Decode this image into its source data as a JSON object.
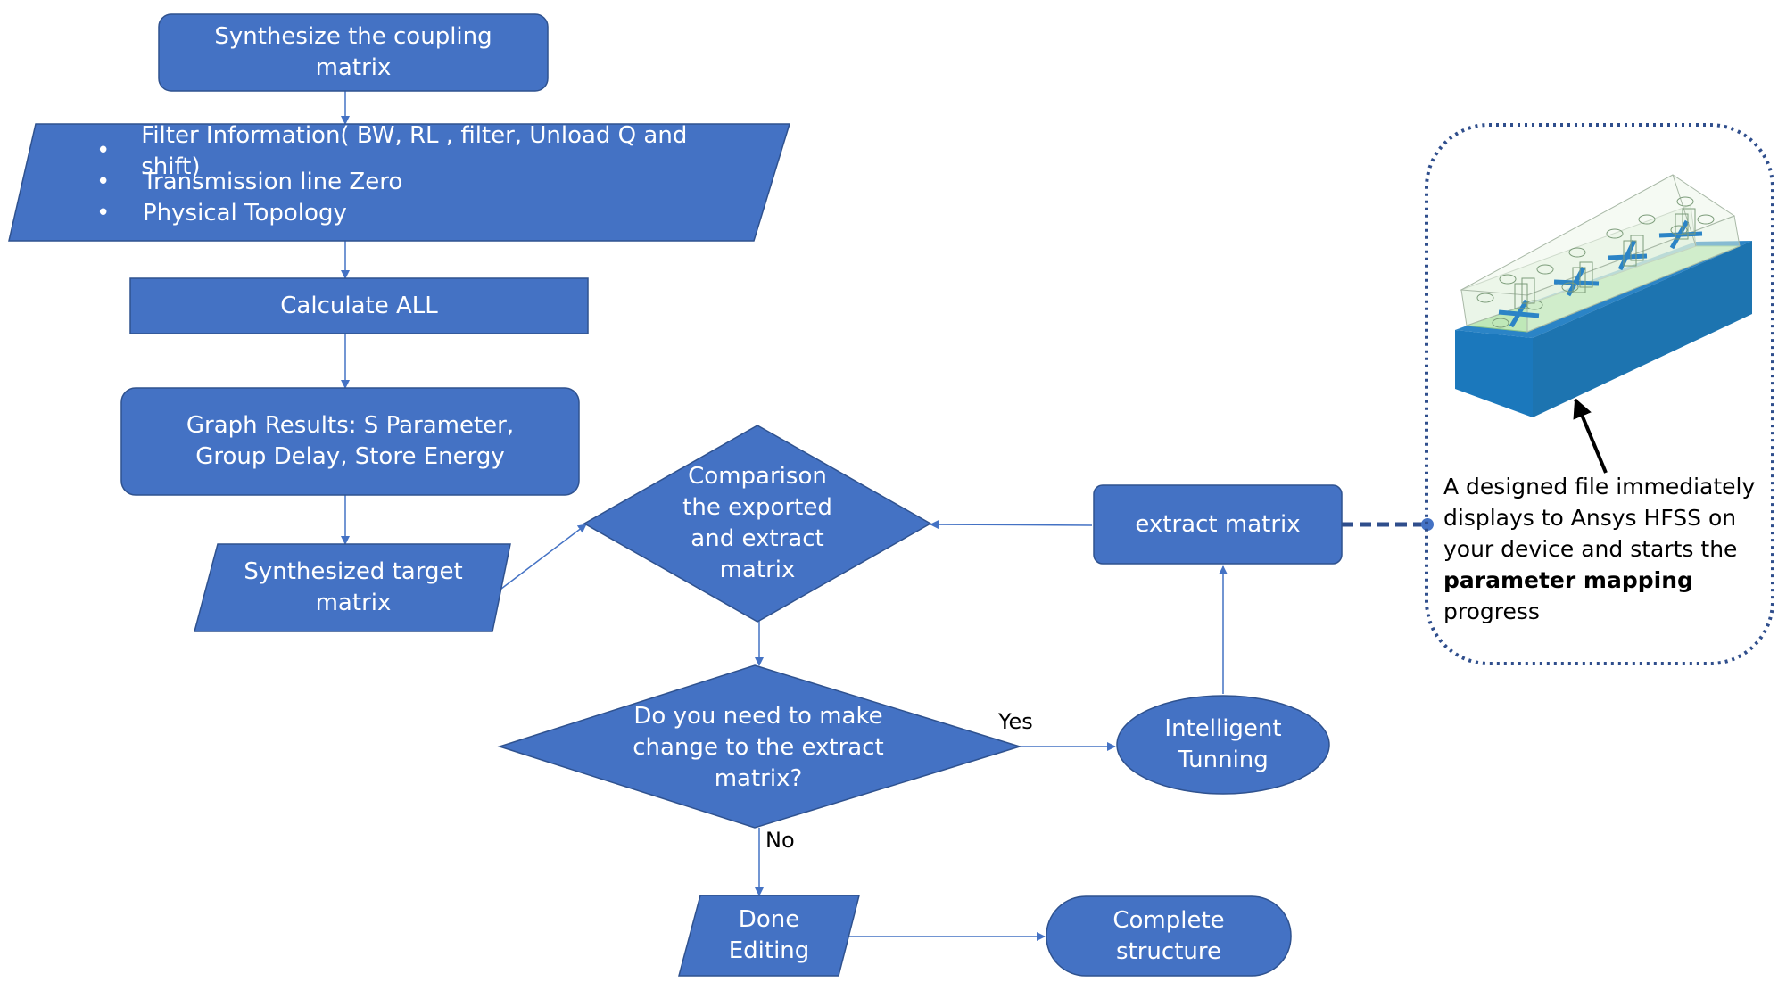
{
  "colors": {
    "shape_fill": "#4472C4",
    "shape_stroke": "#2F528F",
    "connector": "#4472C4",
    "callout_border": "#2F4E8C"
  },
  "nodes": {
    "synthesize": "Synthesize the coupling\nmatrix",
    "filter_info_bullets": [
      "Filter Information( BW, RL , filter, Unload Q and shift)",
      "Transmission line Zero",
      "Physical Topology"
    ],
    "calculate": "Calculate ALL",
    "graph_results": "Graph Results: S Parameter,\nGroup Delay, Store Energy",
    "synthesized_target": "Synthesized target\nmatrix",
    "comparison": "Comparison\nthe exported\nand extract\nmatrix",
    "extract_matrix": "extract matrix",
    "decision": "Do you need to  make\nchange to the  extract\nmatrix?",
    "intelligent_tuning": "Intelligent\nTunning",
    "done_editing": "Done\nEditing",
    "complete_structure": "Complete\nstructure"
  },
  "edge_labels": {
    "yes": "Yes",
    "no": "No"
  },
  "callout": {
    "text_before": "A designed file immediately displays to Ansys HFSS on your device and starts the ",
    "bold": "parameter mapping",
    "text_after": " progress",
    "image": "hfss-filter-model"
  }
}
